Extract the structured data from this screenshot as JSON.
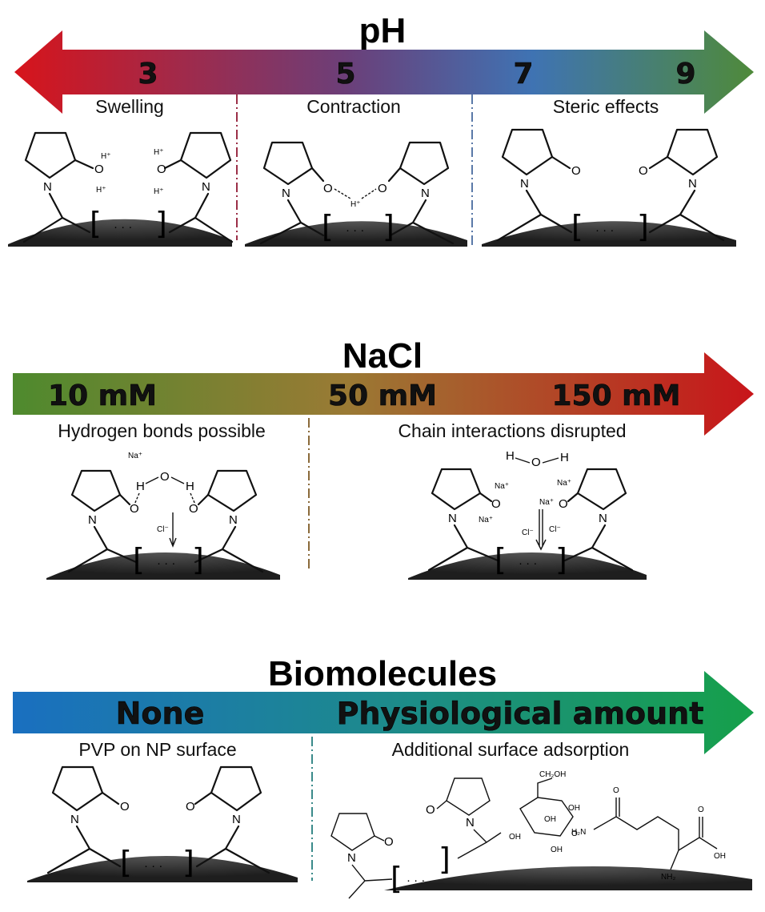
{
  "colors": {
    "ph_left": "#d7141b",
    "ph_mid": "#6b3f79",
    "ph_right": "#4f8a3a",
    "nacl_left": "#4e8a2e",
    "nacl_right": "#c8151a",
    "bio_left": "#1a6fc0",
    "bio_right": "#16a04a",
    "divider_ph1": "#9b2f47",
    "divider_ph2": "#5a79a8",
    "divider_nacl": "#8a6a3a",
    "divider_bio": "#3a8a8a",
    "surface": "#2c2c2c"
  },
  "ph": {
    "title": "pH",
    "values": [
      "3",
      "5",
      "7",
      "9"
    ],
    "labels": [
      "Swelling",
      "Contraction",
      "Steric effects"
    ]
  },
  "nacl": {
    "title": "NaCl",
    "values": [
      "10 mM",
      "50 mM",
      "150 mM"
    ],
    "labels": [
      "Hydrogen bonds possible",
      "Chain interactions disrupted"
    ]
  },
  "bio": {
    "title": "Biomolecules",
    "values": [
      "None",
      "Physiological amount"
    ],
    "labels": [
      "PVP on NP surface",
      "Additional surface adsorption"
    ]
  },
  "chem": {
    "N": "N",
    "O": "O",
    "H": "H",
    "Hplus": "H⁺",
    "Naplus": "Na⁺",
    "Clminus": "Cl⁻",
    "ellipsis": "· · ·",
    "OH": "OH",
    "CH2OH": "CH₂OH",
    "H2N": "H₂N",
    "NH2": "NH₂"
  }
}
